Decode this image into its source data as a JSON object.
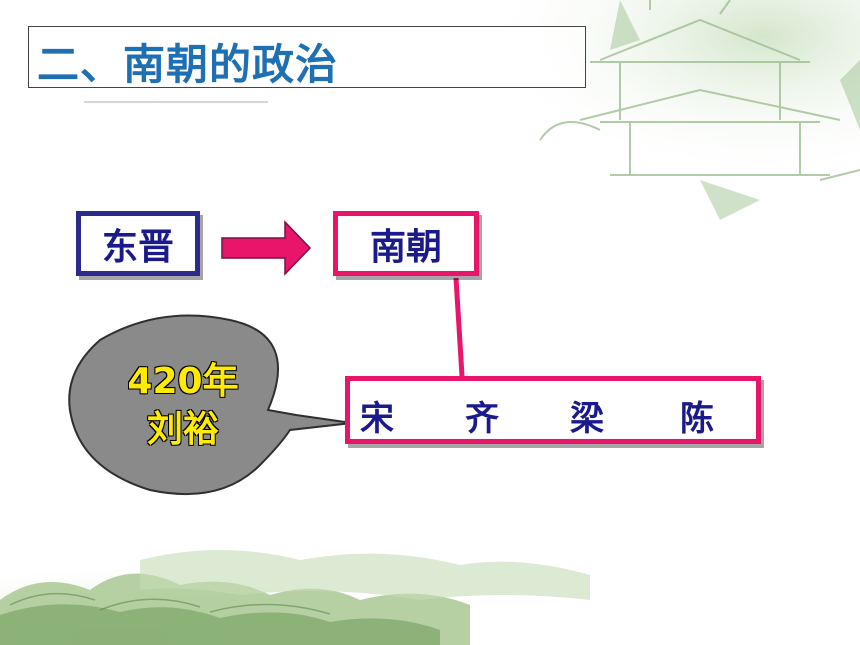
{
  "slide": {
    "title": "二、南朝的政治"
  },
  "diagram": {
    "source_box": "东晋",
    "target_box": "南朝",
    "dynasties": [
      "宋",
      "齐",
      "梁",
      "陈"
    ],
    "callout": {
      "year": "420年",
      "founder": "刘裕"
    }
  },
  "colors": {
    "title": "#1f6fb3",
    "label_text": "#1a1a8c",
    "source_border": "#2b2b8c",
    "target_border": "#e8156a",
    "arrow_fill": "#e8156a",
    "callout_fill": "#8a8a8a",
    "callout_text": "#ffeb00"
  }
}
